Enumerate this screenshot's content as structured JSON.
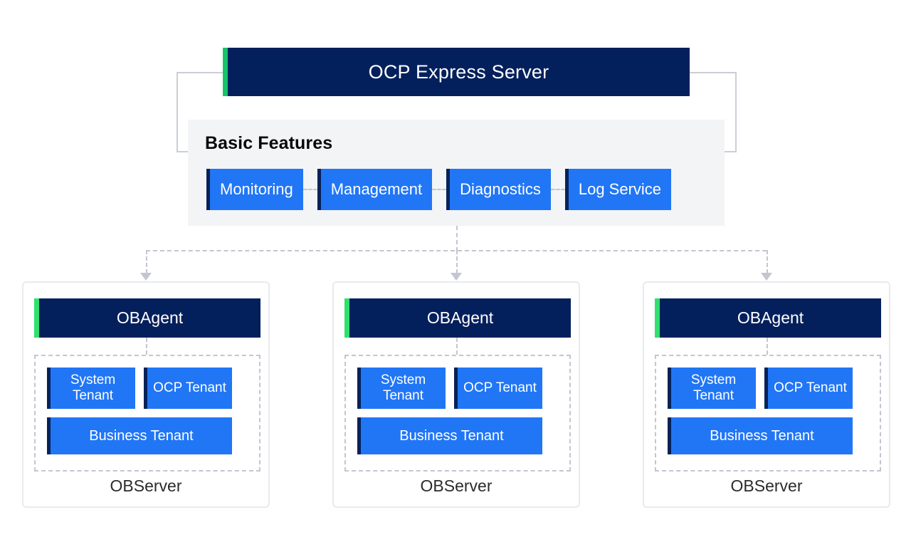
{
  "diagram": {
    "header": {
      "title": "OCP Express Server",
      "accent_color": "#14c46a",
      "background_color": "#04205c"
    },
    "features_panel": {
      "title": "Basic Features",
      "background_color": "#f3f4f6",
      "buttons": [
        {
          "label": "Monitoring"
        },
        {
          "label": "Management"
        },
        {
          "label": "Diagnostics"
        },
        {
          "label": "Log Service"
        }
      ],
      "button_color": "#2176f5",
      "button_accent_color": "#062258"
    },
    "servers": [
      {
        "agent_label": "OBAgent",
        "server_label": "OBServer",
        "tenants": [
          {
            "label": "System Tenant"
          },
          {
            "label": "OCP Tenant"
          },
          {
            "label": "Business Tenant"
          }
        ]
      },
      {
        "agent_label": "OBAgent",
        "server_label": "OBServer",
        "tenants": [
          {
            "label": "System Tenant"
          },
          {
            "label": "OCP Tenant"
          },
          {
            "label": "Business Tenant"
          }
        ]
      },
      {
        "agent_label": "OBAgent",
        "server_label": "OBServer",
        "tenants": [
          {
            "label": "System Tenant"
          },
          {
            "label": "OCP Tenant"
          },
          {
            "label": "Business Tenant"
          }
        ]
      }
    ],
    "connector_color": "#c3c6d0",
    "bracket_color": "#ccced6"
  }
}
